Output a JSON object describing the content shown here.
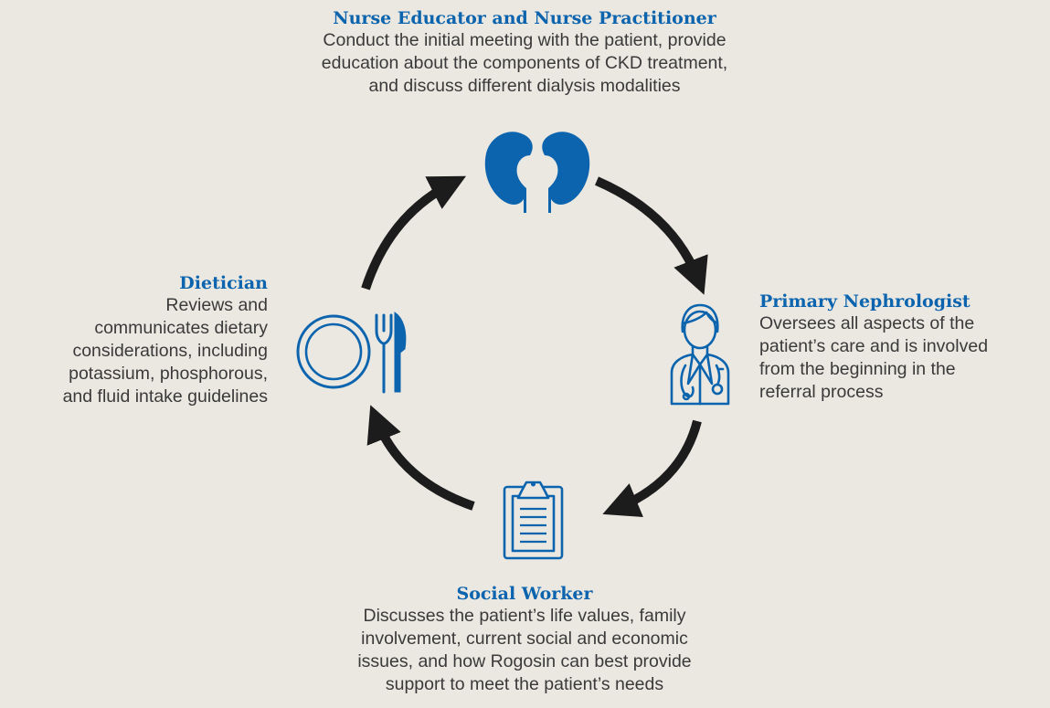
{
  "roles": {
    "nurse": {
      "title": "Nurse Educator and Nurse Practitioner",
      "lines": [
        "Conduct the initial meeting with the patient, provide",
        "education about the components of CKD treatment,",
        "and discuss different dialysis modalities"
      ],
      "icon": "kidneys-icon"
    },
    "nephrologist": {
      "title": "Primary Nephrologist",
      "lines": [
        "Oversees all aspects of the",
        "patient’s care and is involved",
        "from the beginning in the",
        "referral process"
      ],
      "icon": "doctor-icon"
    },
    "social_worker": {
      "title": "Social Worker",
      "lines": [
        "Discusses the patient’s life values, family",
        "involvement, current social and economic",
        "issues, and how Rogosin can best provide",
        "support to meet the patient’s needs"
      ],
      "icon": "clipboard-icon"
    },
    "dietician": {
      "title": "Dietician",
      "lines": [
        "Reviews and",
        "communicates dietary",
        "considerations, including",
        "potassium, phosphorous,",
        "and fluid intake guidelines"
      ],
      "icon": "plate-cutlery-icon"
    }
  },
  "colors": {
    "accent": "#0b64ad",
    "arrow": "#1c1c1c",
    "background": "#ebe8e2",
    "text": "#3a3a3a"
  }
}
